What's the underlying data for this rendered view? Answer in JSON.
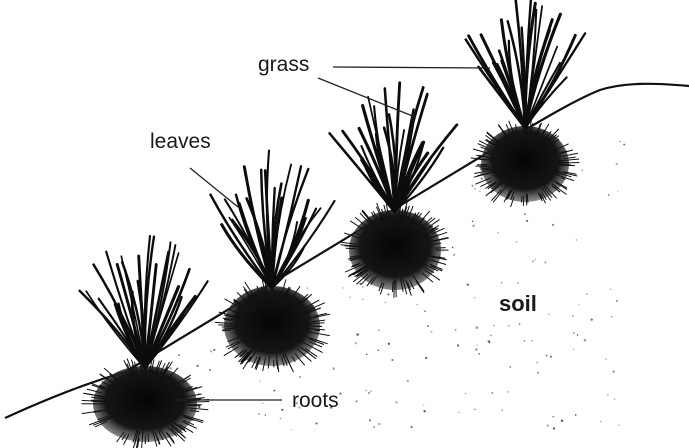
{
  "diagram": {
    "labels": {
      "grass": "grass",
      "leaves": "leaves",
      "roots": "roots",
      "soil": "soil"
    },
    "colors": {
      "ink": "#111111",
      "background": "#ffffff"
    }
  }
}
